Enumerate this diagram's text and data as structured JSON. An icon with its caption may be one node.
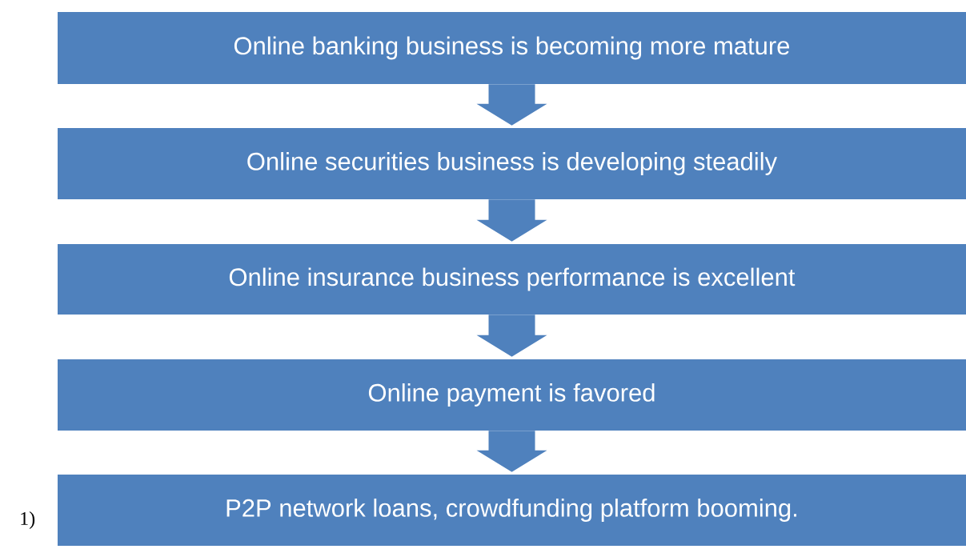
{
  "diagram": {
    "nodes": [
      {
        "text": [
          "Online banking business is becoming more mature"
        ]
      },
      {
        "text": [
          "Online securities business is developing steadily"
        ]
      },
      {
        "text": [
          "Online insurance business performance is excellent"
        ]
      },
      {
        "text": [
          "Online payment is favored"
        ]
      },
      {
        "text": [
          "P2P network loans, crowdfunding platform booming."
        ]
      }
    ],
    "edges": [
      {
        "from": 0,
        "to": 1,
        "arrow": "to"
      },
      {
        "from": 1,
        "to": 2,
        "arrow": "to"
      },
      {
        "from": 2,
        "to": 3,
        "arrow": "to"
      },
      {
        "from": 3,
        "to": 4,
        "arrow": "to"
      }
    ],
    "labels": [
      "1)"
    ]
  }
}
